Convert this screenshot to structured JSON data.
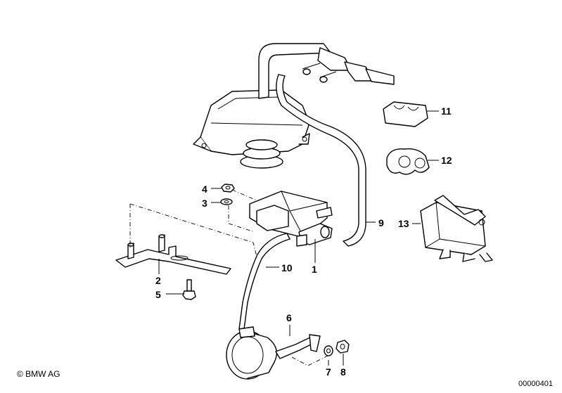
{
  "footer": {
    "copyright": "© BMW AG",
    "diagram_id": "00000401"
  },
  "callouts": {
    "c1": "1",
    "c2": "2",
    "c3": "3",
    "c4": "4",
    "c5": "5",
    "c6": "6",
    "c7": "7",
    "c8": "8",
    "c9": "9",
    "c10": "10",
    "c11": "11",
    "c12": "12",
    "c13": "13"
  }
}
